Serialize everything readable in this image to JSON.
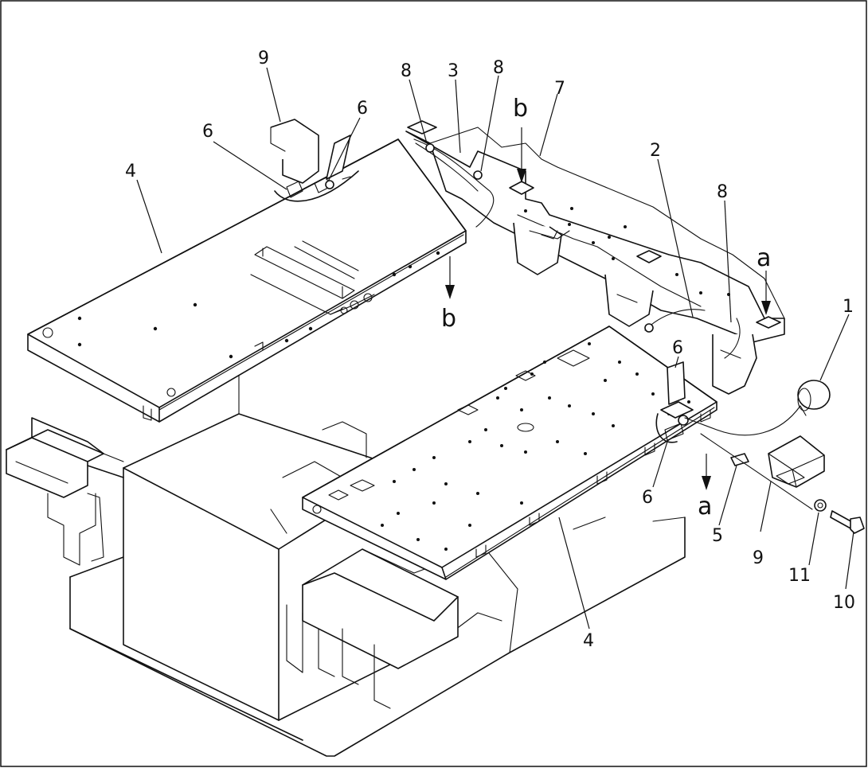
{
  "callouts": {
    "c1": "1",
    "c2": "2",
    "c3": "3",
    "c4_top": "4",
    "c4_bottom": "4",
    "c5": "5",
    "c6_a": "6",
    "c6_b": "6",
    "c6_c": "6",
    "c6_d": "6",
    "c7": "7",
    "c8_a": "8",
    "c8_b": "8",
    "c8_c": "8",
    "c9_top": "9",
    "c9_right": "9",
    "c10": "10",
    "c11": "11"
  },
  "view_marks": {
    "a_top": "a",
    "a_bottom": "a",
    "b_top": "b",
    "b_bottom": "b"
  },
  "colors": {
    "line": "#111111",
    "background": "#ffffff"
  }
}
